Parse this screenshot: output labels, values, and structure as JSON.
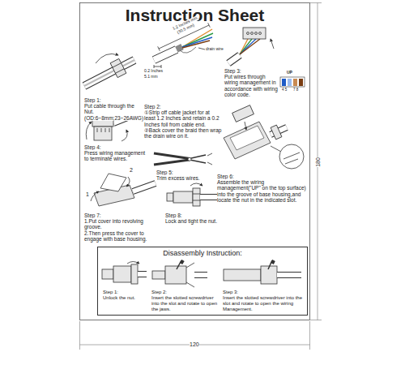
{
  "diagram": {
    "title": "Instruction Sheet",
    "nodes": [
      {
        "text": [
          "Disassembly Instruction:",
          "Step 1:",
          "Unlock the nut.",
          "Step 2:",
          "Insert the slotted screwdriver into the slot and rotate to open the jaws.",
          "Step 3:",
          "Insert the slotted screwdriver into the slot and rotate to open the wiring Management."
        ]
      }
    ],
    "labels": [
      "1.2 Inches min.",
      "(30.5 mm)",
      "0.2 Inches",
      "5.1 mm",
      "drain wire",
      "Step 1:",
      "Put cable through the Nut. (OD:6~8mm;23~26AWG)",
      "Step 2:",
      "①Strip off cable jacket for at least 1.2 Inches and retain a 0.2 Inches foil from cable end.",
      "②Back cover the braid then wrap the drain wire on it.",
      "Step 3:",
      "Put wires through wiring management in accordance with wiring color code.",
      "UP",
      "4 5",
      "7 8",
      "Step 4:",
      "Press wiring management to terminate wires.",
      "Step 5:",
      "Trim excess wires.",
      "Step 6:",
      "Assemble the wiring management(\"UP\" on the top surface) into the groove of base housing,and locate the nut in the indicated slot.",
      "2",
      "1",
      "Step 7:",
      "1.Put cover into revolving groove.",
      "2.Then press the cover to engage with base housing.",
      "Step 8:",
      "Lock and tight the nut.",
      "180",
      "120"
    ]
  }
}
